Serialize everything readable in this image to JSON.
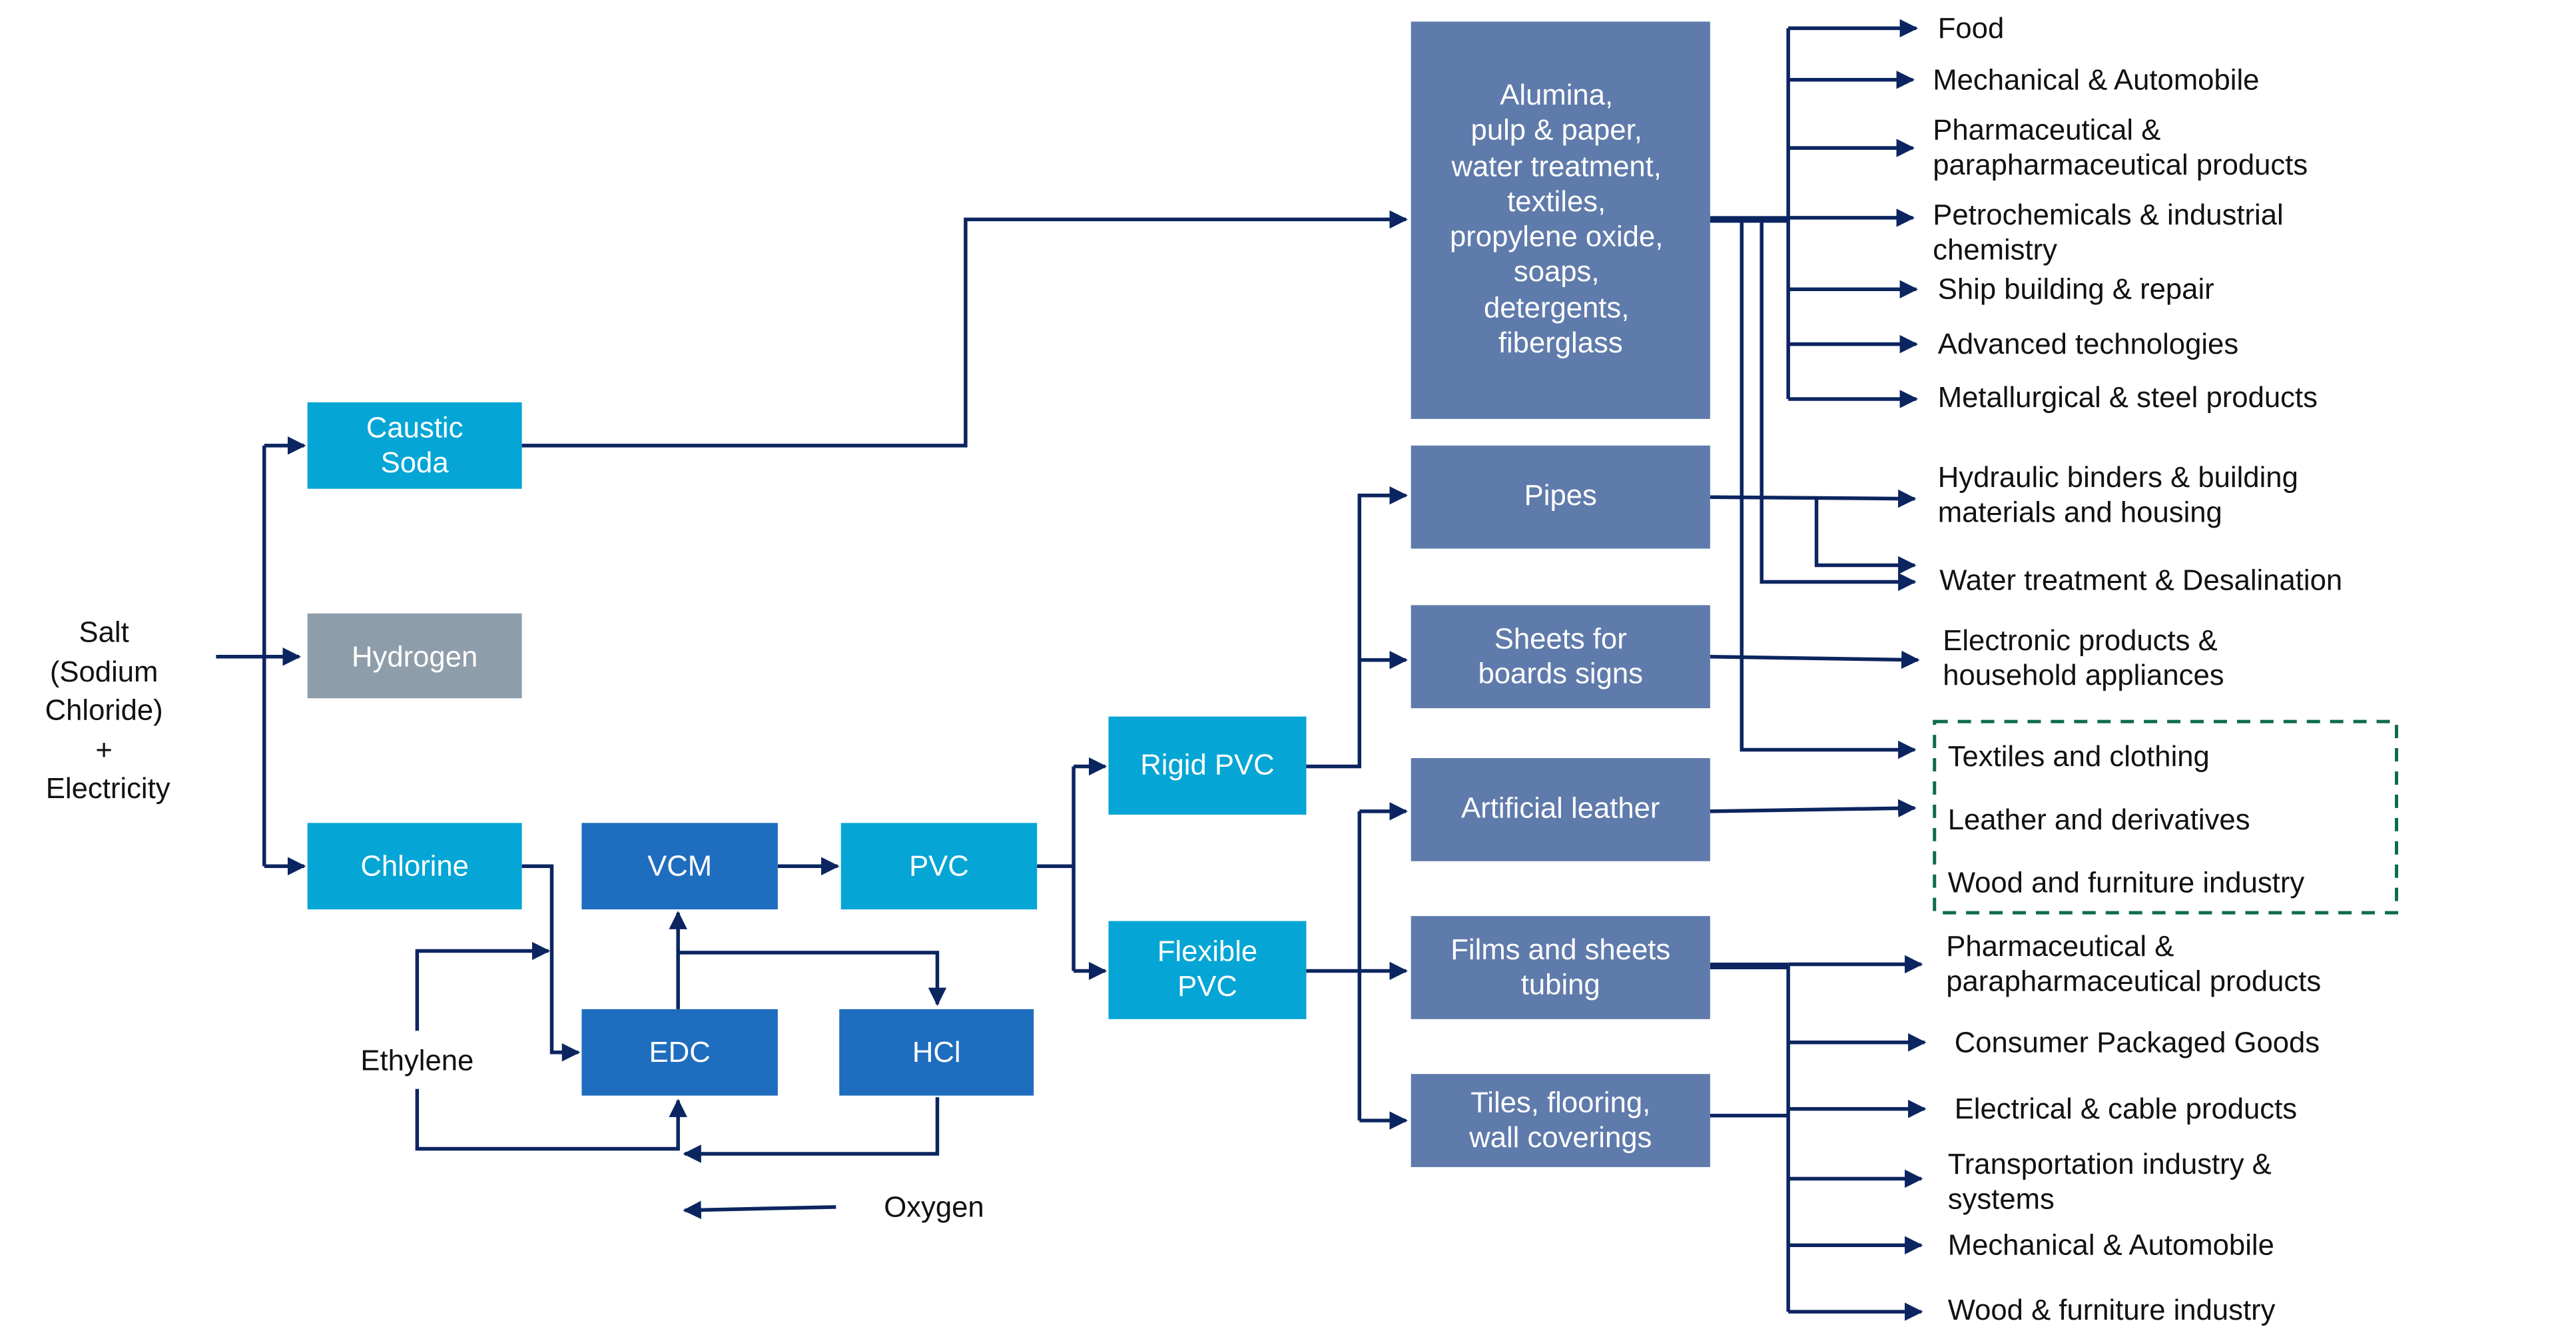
{
  "colors": {
    "cyan": "#05A5D5",
    "medium_blue": "#1E6DBE",
    "slate_blue": "#5F7BAB",
    "gray": "#8E9DAA",
    "line_navy": "#0B2560",
    "dashed_green": "#0E6B4F"
  },
  "input": {
    "lines": [
      "Salt",
      "(Sodium",
      "Chloride)",
      "+",
      "Electricity"
    ]
  },
  "primary_products": {
    "caustic_soda": [
      "Caustic",
      "Soda"
    ],
    "hydrogen": [
      "Hydrogen"
    ],
    "chlorine": [
      "Chlorine"
    ]
  },
  "intermediates": {
    "vcm": "VCM",
    "pvc": "PVC",
    "edc": "EDC",
    "hcl": "HCl",
    "ethylene": "Ethylene",
    "oxygen": "Oxygen"
  },
  "pvc_types": {
    "rigid": [
      "Rigid PVC"
    ],
    "flexible": [
      "Flexible",
      "PVC"
    ]
  },
  "applications": {
    "caustic_uses": [
      "Alumina,",
      "pulp & paper,",
      "water treatment,",
      "textiles,",
      "propylene oxide,",
      "soaps,",
      "detergents,",
      "fiberglass"
    ],
    "pipes": [
      "Pipes"
    ],
    "sheets": [
      "Sheets for",
      "boards signs"
    ],
    "artificial_leather": [
      "Artificial leather"
    ],
    "films": [
      "Films and sheets",
      "tubing"
    ],
    "tiles": [
      "Tiles, flooring,",
      "wall coverings"
    ]
  },
  "end_markets": {
    "caustic_group": [
      [
        "Food"
      ],
      [
        "Mechanical & Automobile"
      ],
      [
        "Pharmaceutical &",
        "parapharmaceutical products"
      ],
      [
        "Petrochemicals & industrial",
        "chemistry"
      ],
      [
        "Ship building & repair"
      ],
      [
        "Advanced technologies"
      ],
      [
        "Metallurgical & steel products"
      ]
    ],
    "hydraulic": [
      "Hydraulic binders & building",
      "materials and housing"
    ],
    "water_treatment": [
      "Water treatment & Desalination"
    ],
    "electronic": [
      "Electronic products &",
      "household appliances"
    ],
    "dashed_group": [
      [
        "Textiles and clothing"
      ],
      [
        "Leather and derivatives"
      ],
      [
        "Wood and furniture industry"
      ]
    ],
    "flexible_group": [
      [
        "Pharmaceutical &",
        "parapharmaceutical products"
      ],
      [
        "Consumer Packaged Goods"
      ],
      [
        "Electrical & cable products"
      ],
      [
        "Transportation industry &",
        "systems"
      ],
      [
        "Mechanical & Automobile"
      ],
      [
        "Wood & furniture industry"
      ]
    ]
  }
}
